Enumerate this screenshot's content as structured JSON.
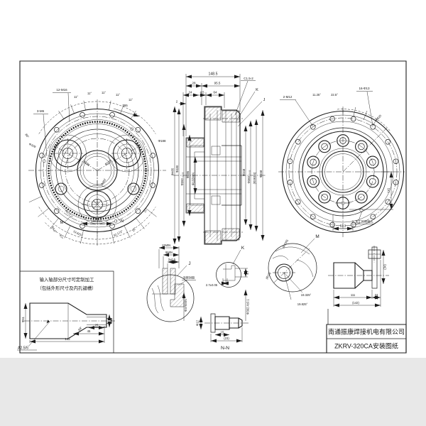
{
  "sheet": {
    "company": "南通振康焊接机电有限公司",
    "drawing_title": "ZKRV-320CA安装图纸"
  },
  "front": {
    "m16": "12-M16",
    "m6": "3-M6",
    "d165": "165",
    "a11": "11°",
    "a80": "80°",
    "d328": "Φ328",
    "d144": "Φ144",
    "d186": "Φ186",
    "r202": "R202",
    "d188": "Φ188",
    "r1725": "R172.5",
    "m": "M",
    "n": "N",
    "a642": "64.2°",
    "a87": "87°",
    "a19825": "19.825°",
    "d198215": "198.215",
    "a32172": "32.172°",
    "a15": "15°"
  },
  "sec": {
    "d1485": "148.5",
    "d28": "28",
    "d955": "95.5",
    "d24": "24",
    "d45": "4.5",
    "d64": "64",
    "d2": "2",
    "d7": "7",
    "c": "C1.5-2",
    "k": "K",
    "j": "J",
    "p485": "Φ485",
    "p480": "Φ480",
    "p360": "Φ360₋₀.₀₅",
    "p286": "Φ286",
    "p132": "Φ132MIN",
    "p348": "Φ348",
    "p383": "Φ383₊₀.₀₅",
    "p3934": "(Φ393.4)",
    "p458": "Φ458"
  },
  "rear": {
    "m12": "2-M12",
    "a1125": "11.25°",
    "a225": "22.5°",
    "h13": "16-Φ13",
    "d420": "Φ420",
    "d141": "141",
    "d513": "51.3",
    "plug": "加工时封堵孔"
  },
  "shaft": {
    "note1": "输入轴部分尺寸可定制加工",
    "note2": "（包括外形尺寸及内孔键槽）",
    "d61": "Φ61",
    "d82": "Φ82",
    "d25": "25",
    "d45": "45",
    "d142": "142",
    "a58": "58°",
    "finish": "A2.5/5"
  },
  "dj": {
    "label": "J",
    "m12": "12MIN",
    "m9": "9MIN",
    "t3": "3±0.5",
    "d376": "Φ376MIN",
    "seal": "涂密封胶"
  },
  "dk": {
    "label": "K",
    "d47": "4.7",
    "d27": "2.7±0.05",
    "d3924": "Φ392.4±0.1"
  },
  "nn": {
    "label": "N-N",
    "d12": "Φ12",
    "d15": "15",
    "d23": "(23)"
  },
  "dm": {
    "label": "M",
    "r150": "(R150)",
    "r15": "(R15)",
    "a19325": "19.325°",
    "a19825": "19.825°"
  },
  "out": {
    "d111": "111",
    "d142": "(142)",
    "d34": "34",
    "d34v": "(34)"
  }
}
